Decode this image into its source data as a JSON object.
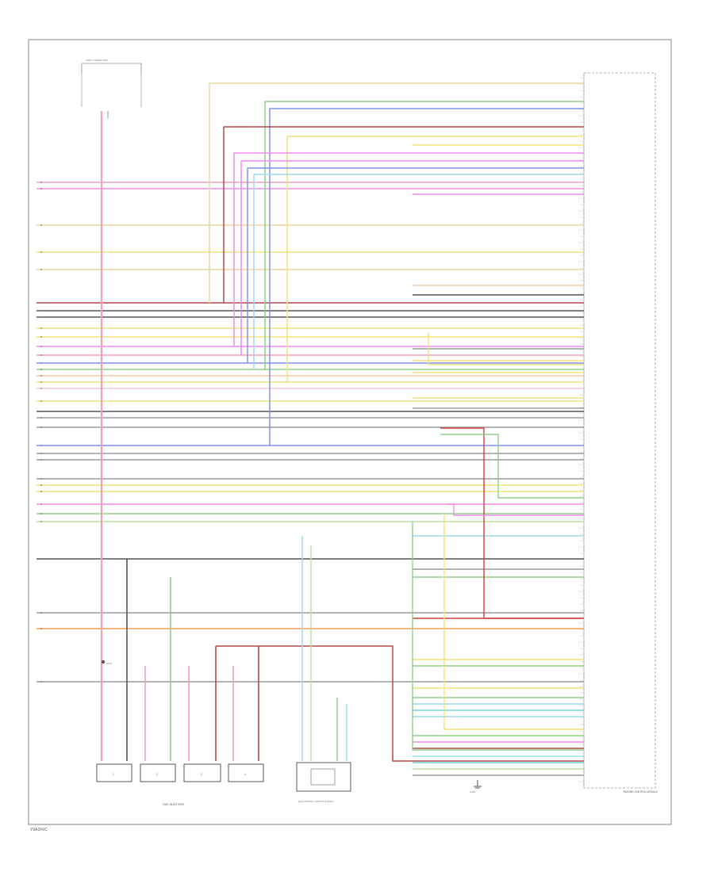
{
  "document": {
    "id": "Y9A1F6C"
  },
  "components": {
    "ecm_label": "ENGINE CONTROL MODULE",
    "fuel_injectors_label": "FUEL INJECTORS",
    "injector_numbers": [
      "1",
      "2",
      "3",
      "4"
    ],
    "throttle_actuator_label": "ELECTRONIC THROTTLE BODY",
    "test_connector_label": "TEST CONNECTOR",
    "splice_label": "S100",
    "ground_label": "G100"
  },
  "colors": {
    "pink": "#f2a0b6",
    "light_pink": "#f6c6d4",
    "yellow": "#f2e27a",
    "green": "#8ed18c",
    "blue": "#7e92e6",
    "dark_red": "#b04a4a",
    "magenta": "#f08cf0",
    "gray": "#9a9a9a",
    "dark_gray": "#555555",
    "light_blue": "#9edcec",
    "cyan": "#6fd3dc",
    "orange": "#f0a050",
    "light_green": "#b8e0a0",
    "tan": "#e8d7a0",
    "peach": "#f6c8a8"
  }
}
